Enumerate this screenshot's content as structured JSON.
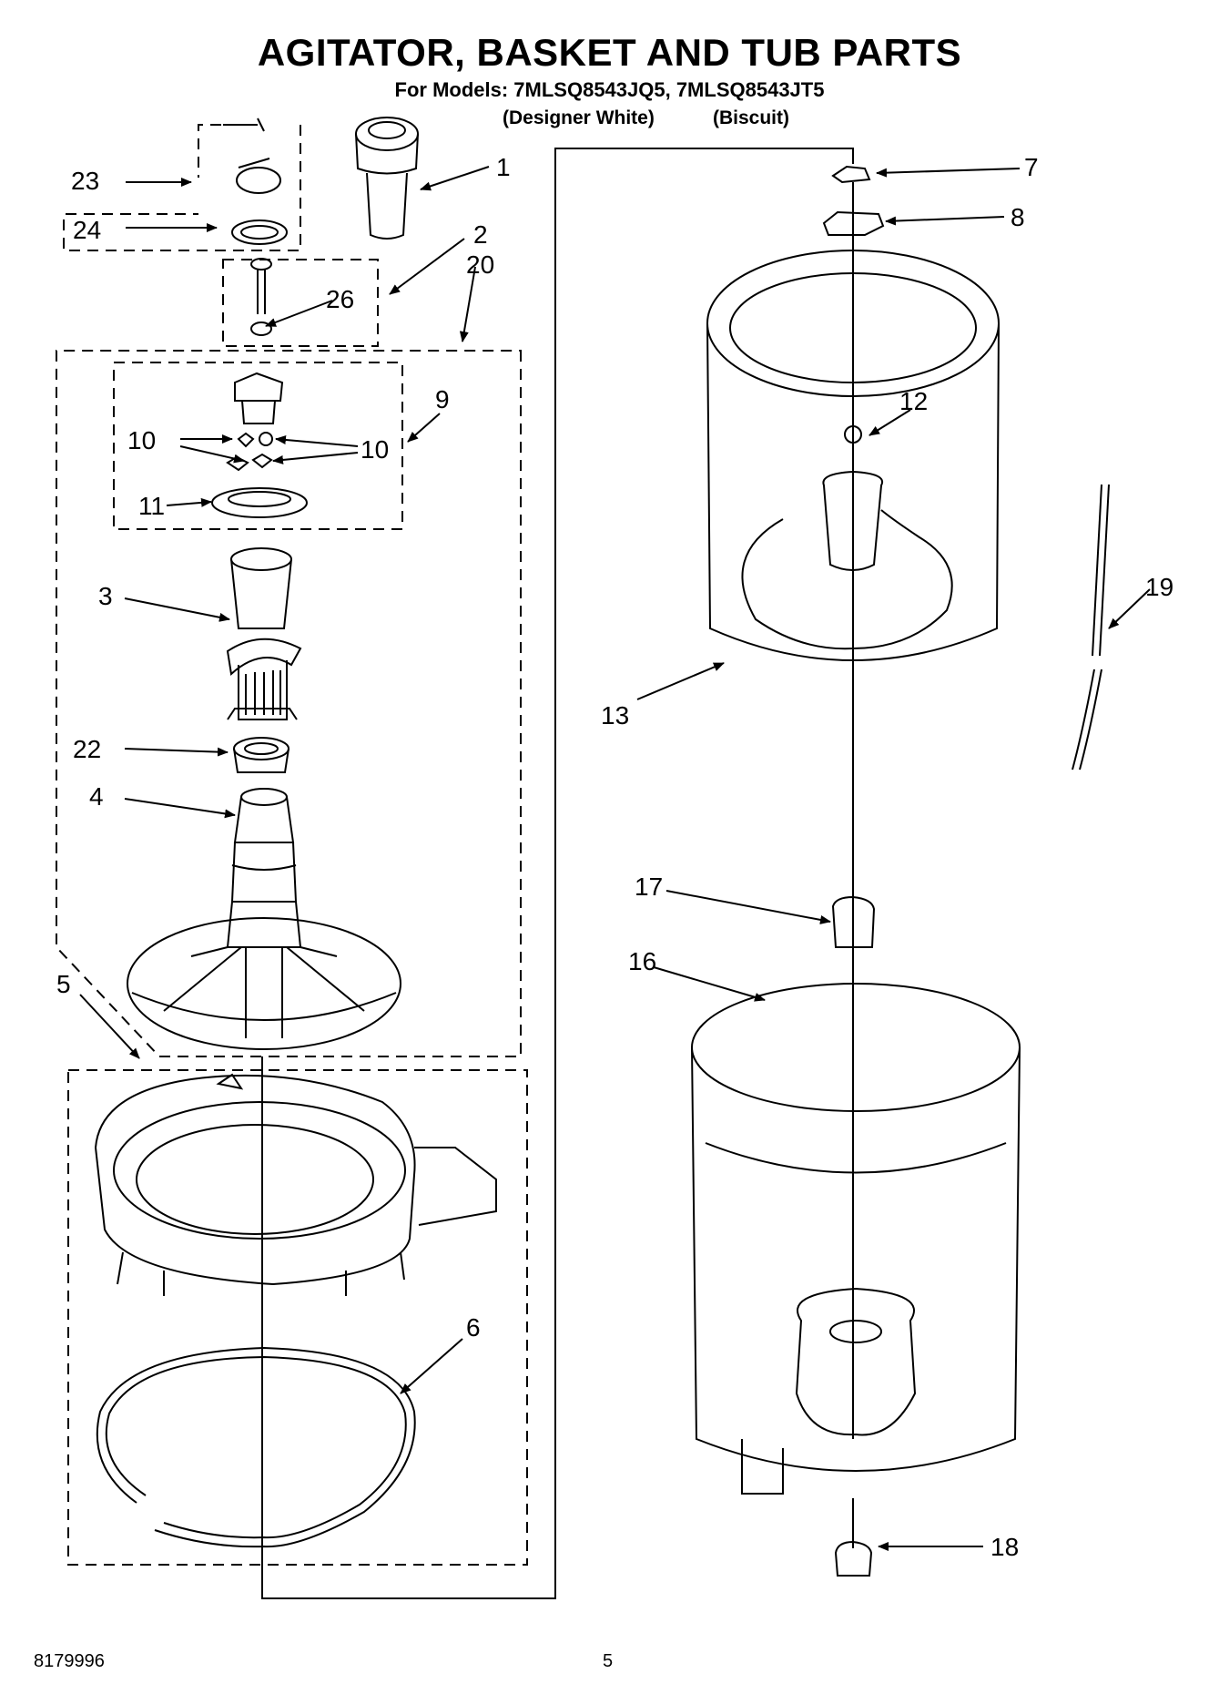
{
  "header": {
    "title": "AGITATOR, BASKET AND TUB PARTS",
    "models_line": "For Models: 7MLSQ8543JQ5, 7MLSQ8543JT5",
    "variant_1": "(Designer White)",
    "variant_2": "(Biscuit)"
  },
  "callouts": [
    "1",
    "2",
    "3",
    "4",
    "5",
    "6",
    "7",
    "8",
    "9",
    "10",
    "10",
    "11",
    "12",
    "13",
    "16",
    "17",
    "18",
    "19",
    "20",
    "22",
    "23",
    "24",
    "26"
  ],
  "footer": {
    "part_number": "8179996",
    "page_number": "5"
  }
}
